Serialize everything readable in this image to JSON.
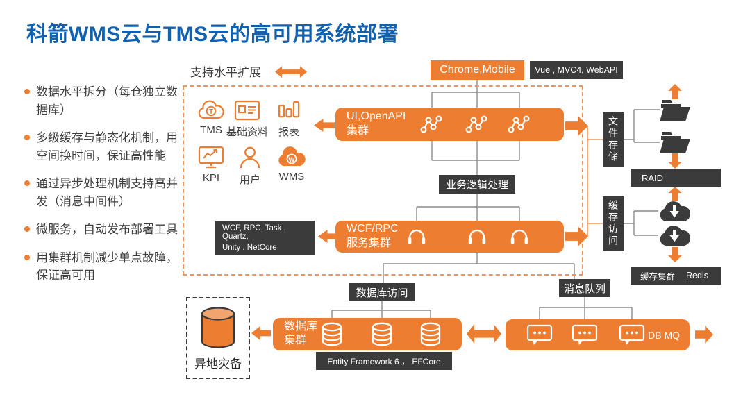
{
  "title": "科箭WMS云与TMS云的高可用系统部署",
  "colors": {
    "accent_orange": "#ED7D31",
    "dark_box": "#3B3B3B",
    "title_blue": "#1261AE",
    "connector_gray": "#8C8C8C"
  },
  "bullets": [
    "数据水平拆分（每仓独立数据库）",
    "多级缓存与静态化机制，用空间换时间，保证高性能",
    "通过异步处理机制支持高并发（消息中间件）",
    "微服务，自动发布部署工具",
    "用集群机制减少单点故障，保证高可用"
  ],
  "scale_hint": "支持水平扩展",
  "client_box": "Chrome,Mobile",
  "client_tech": "Vue , MVC4, WebAPI",
  "modules": [
    {
      "name": "TMS"
    },
    {
      "name": "基础资料"
    },
    {
      "name": "报表"
    },
    {
      "name": "KPI"
    },
    {
      "name": "用户"
    },
    {
      "name": "WMS"
    }
  ],
  "ui_cluster": {
    "line1": "UI,OpenAPI",
    "line2": "集群"
  },
  "logic_label": "业务逻辑处理",
  "service_tech": {
    "line1": "WCF, RPC, Task , Quartz,",
    "line2": "Unity . NetCore"
  },
  "service_cluster": {
    "line1": "WCF/RPC",
    "line2": "服务集群"
  },
  "db_access_label": "数据库访问",
  "mq_label": "消息队列",
  "db_cluster": {
    "line1": "数据库",
    "line2": "集群"
  },
  "db_tech": "Entity Framework 6 ，  EFCore",
  "mq_cluster_label": "DB MQ",
  "dr_label": "异地灾备",
  "file_storage": "文件存储",
  "raid": "RAID",
  "cache_access": "缓存访问",
  "cache_cluster": "缓存集群",
  "redis": "Redis"
}
